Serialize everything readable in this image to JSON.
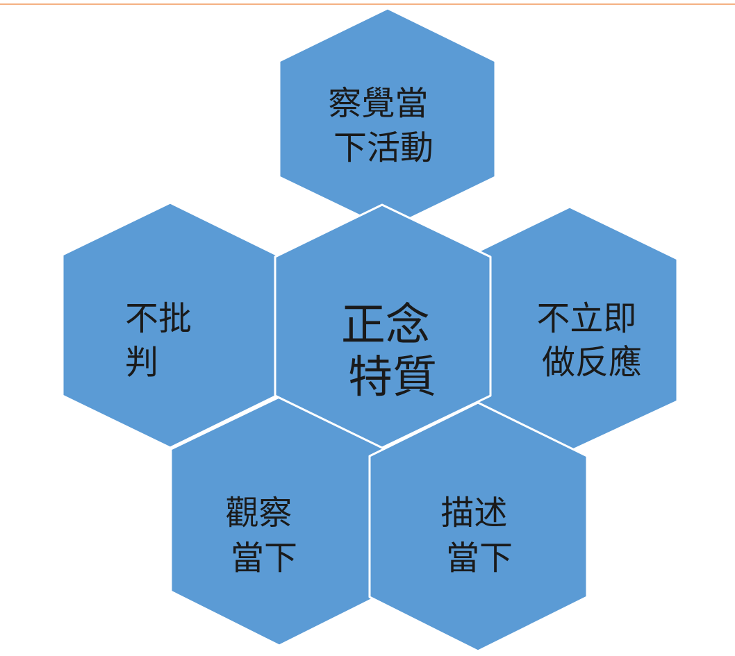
{
  "colors": {
    "hexagon_fill": "#5b9bd5",
    "hexagon_stroke": "#ffffff",
    "label_text": "#1a1a1a",
    "top_rule": "#f4b183"
  },
  "center": {
    "lines": [
      "正念",
      "特質"
    ]
  },
  "outer_hexagons": [
    {
      "id": "top",
      "lines": [
        "察覺當",
        "下活動"
      ]
    },
    {
      "id": "left",
      "lines": [
        "不批",
        "判"
      ]
    },
    {
      "id": "right",
      "lines": [
        "不立即",
        "做反應"
      ]
    },
    {
      "id": "bottom-left",
      "lines": [
        "觀察",
        "當下"
      ]
    },
    {
      "id": "bottom-right",
      "lines": [
        "描述",
        "當下"
      ]
    }
  ]
}
